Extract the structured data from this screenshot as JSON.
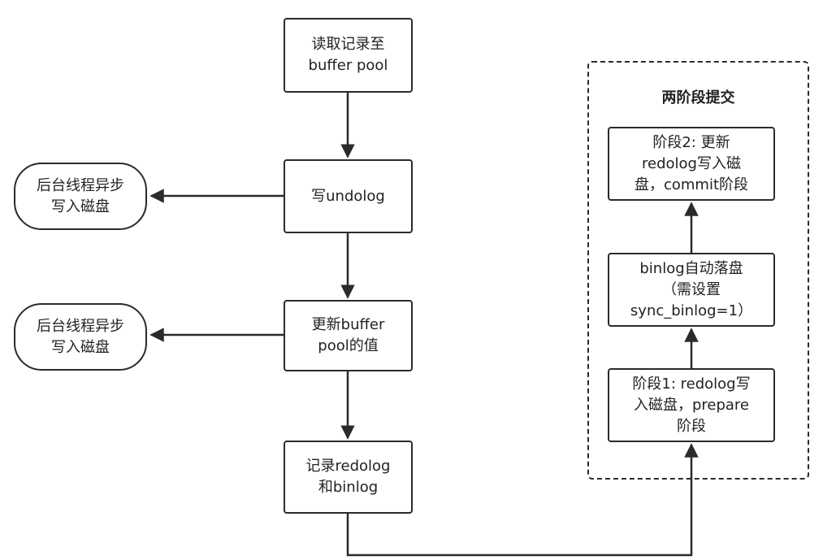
{
  "nodes": {
    "read_buffer_pool": "读取记录至\nbuffer pool",
    "write_undolog": "写undolog",
    "update_buffer_pool": "更新buffer\npool的值",
    "record_redolog_binlog": "记录redolog\n和binlog",
    "async_disk_1": "后台线程异步\n写入磁盘",
    "async_disk_2": "后台线程异步\n写入磁盘",
    "stage1_prepare": "阶段1: redolog写\n入磁盘，prepare\n阶段",
    "binlog_auto_flush": "binlog自动落盘\n（需设置\nsync_binlog=1）",
    "stage2_commit": "阶段2: 更新\nredolog写入磁\n盘，commit阶段"
  },
  "group": {
    "title": "两阶段提交"
  },
  "colors": {
    "stroke": "#2b2b2b",
    "background": "#ffffff"
  }
}
